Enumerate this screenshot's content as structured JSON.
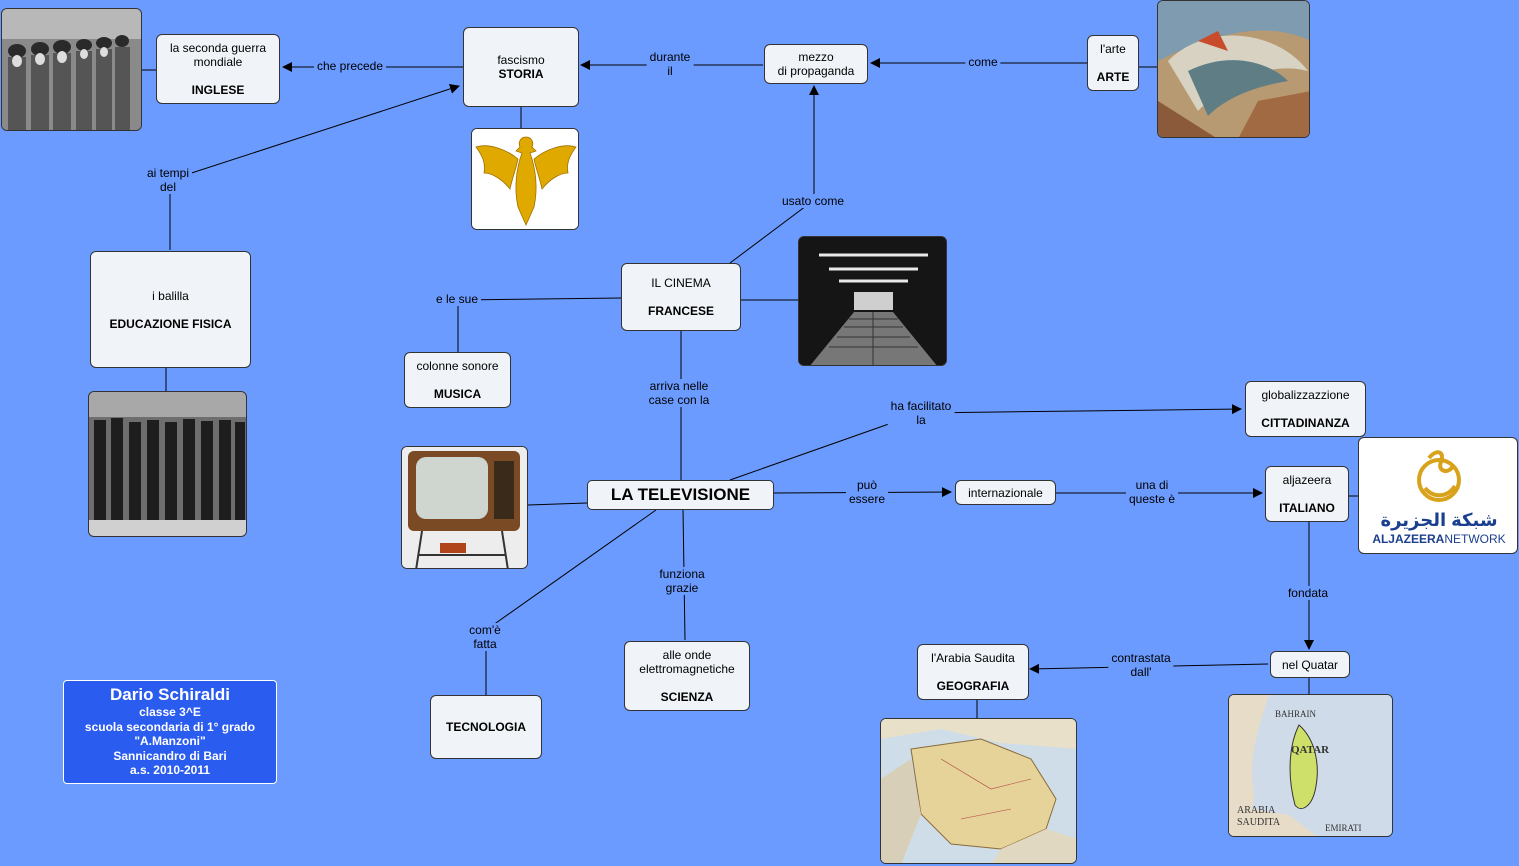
{
  "nodes": {
    "seconda_guerra": {
      "line1": "la seconda guerra",
      "line2": "mondiale",
      "sub": "INGLESE"
    },
    "fascismo": {
      "line1": "fascismo",
      "sub": "STORIA"
    },
    "mezzo": {
      "line1": "mezzo",
      "line2": "di propaganda"
    },
    "arte": {
      "line1": "l'arte",
      "sub": "ARTE"
    },
    "balilla": {
      "line1": "i balilla",
      "sub": "EDUCAZIONE FISICA"
    },
    "cinema": {
      "line1": "IL CINEMA",
      "sub": "FRANCESE"
    },
    "colonne": {
      "line1": "colonne sonore",
      "sub": "MUSICA"
    },
    "globalizzazione": {
      "line1": "globalizzazzione",
      "sub": "CITTADINANZA"
    },
    "televisione": {
      "label": "LA TELEVISIONE"
    },
    "internazionale": {
      "label": "internazionale"
    },
    "aljazeera": {
      "line1": "aljazeera",
      "sub": "ITALIANO"
    },
    "onde": {
      "line1": "alle onde",
      "line2": "elettromagnetiche",
      "sub": "SCIENZA"
    },
    "tecnologia": {
      "sub": "TECNOLOGIA"
    },
    "quatar": {
      "label": "nel Quatar"
    },
    "arabia": {
      "line1": "l'Arabia Saudita",
      "sub": "GEOGRAFIA"
    }
  },
  "links": {
    "che_precede": "che precede",
    "durante_il": {
      "a": "durante",
      "b": "il"
    },
    "come": "come",
    "ai_tempi_del": {
      "a": "ai tempi",
      "b": "del"
    },
    "usato_come": "usato come",
    "e_le_sue": "e le sue",
    "arriva_nelle": {
      "a": "arriva nelle",
      "b": "case con la"
    },
    "ha_facilitato": {
      "a": "ha facilitato",
      "b": "la"
    },
    "puo_essere": {
      "a": "può",
      "b": "essere"
    },
    "una_di_queste": {
      "a": "una di",
      "b": "queste è"
    },
    "fondata": "fondata",
    "contrastata": {
      "a": "contrastata",
      "b": "dall'"
    },
    "funziona_grazie": {
      "a": "funziona",
      "b": "grazie"
    },
    "come_fatta": {
      "a": "com'è",
      "b": "fatta"
    }
  },
  "images": {
    "aljazeera_arabic": "شبكة الجزيرة",
    "aljazeera_brand_a": "ALJAZEERA",
    "aljazeera_brand_b": "NETWORK"
  },
  "credit": {
    "name": "Dario Schiraldi",
    "class": "classe 3^E",
    "school": "scuola secondaria di 1° grado",
    "school_name": "\"A.Manzoni\"",
    "town": "Sannicandro di Bari",
    "year": "a.s. 2010-2011"
  },
  "colors": {
    "background": "#6b9bff",
    "credit_box": "#2b5cf0",
    "node_fill": "#f0f4f8"
  }
}
